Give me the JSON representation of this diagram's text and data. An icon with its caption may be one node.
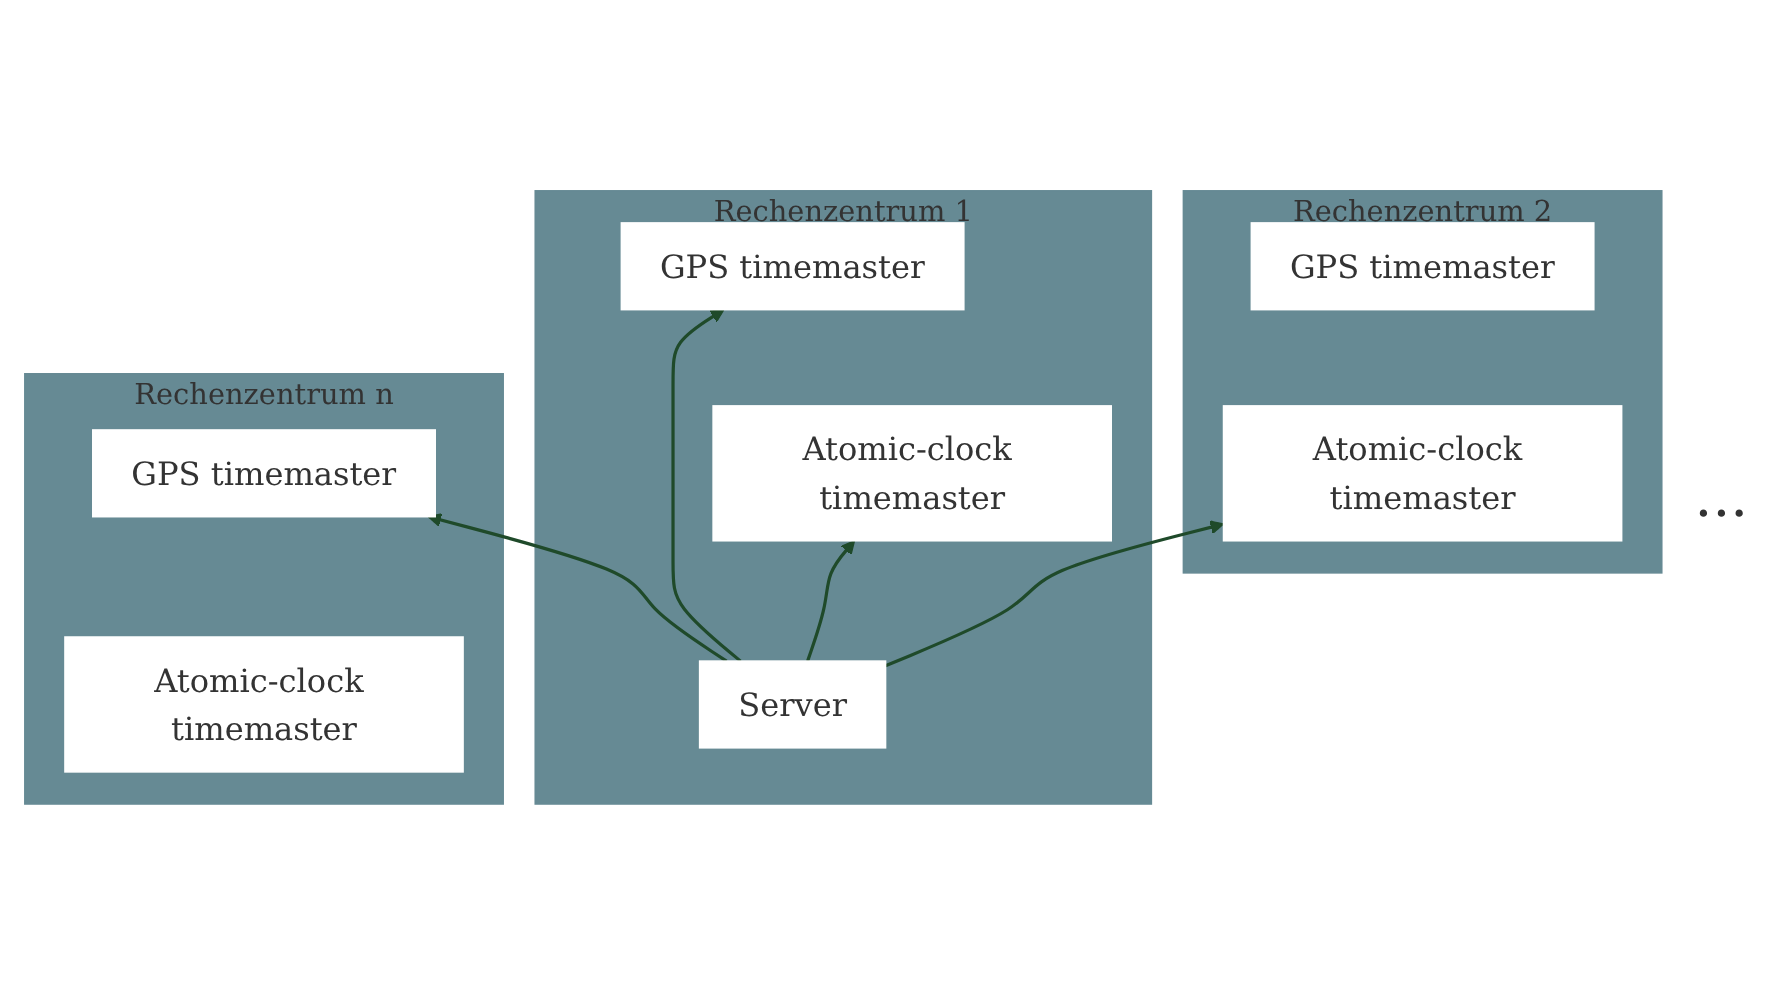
{
  "diagram": {
    "nodes": [
      {
        "text": [
          "Rechenzentrum 1"
        ]
      },
      {
        "text": [
          "GPS timemaster"
        ],
        "in": 0
      },
      {
        "text": [
          "Atomic-clock timemaster"
        ],
        "in": 0
      },
      {
        "text": [
          "Server"
        ],
        "in": 0
      },
      {
        "text": [
          "Rechenzentrum 2"
        ]
      },
      {
        "text": [
          "GPS timemaster"
        ],
        "in": 4
      },
      {
        "text": [
          "Atomic-clock timemaster"
        ],
        "in": 4
      },
      {
        "text": [
          "Rechenzentrum n"
        ]
      },
      {
        "text": [
          "GPS timemaster"
        ],
        "in": 7
      },
      {
        "text": [
          "Atomic-clock timemaster"
        ],
        "in": 7
      }
    ],
    "edges": [
      {
        "from": 3,
        "to": 1,
        "arrow": "to"
      },
      {
        "from": 3,
        "to": 2,
        "arrow": "to"
      },
      {
        "from": 3,
        "to": 6,
        "arrow": "to"
      },
      {
        "from": 3,
        "to": 8,
        "arrow": "to"
      }
    ],
    "labels": [
      "..."
    ]
  }
}
